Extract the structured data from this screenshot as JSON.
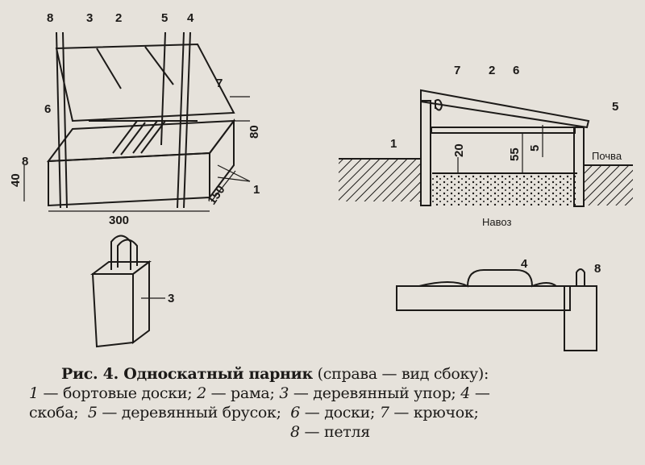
{
  "figure": {
    "perspective_labels": {
      "l8a": "8",
      "l3": "3",
      "l2": "2",
      "l5": "5",
      "l4": "4",
      "l7": "7",
      "l6": "6",
      "l8b": "8",
      "l1": "1",
      "d80": "80",
      "d40": "40",
      "d300": "300",
      "d150": "150"
    },
    "stake_label": "3",
    "side_view": {
      "l7": "7",
      "l2": "2",
      "l6": "6",
      "l5": "5",
      "l1": "1",
      "d20": "20",
      "d55": "55",
      "d5": "5",
      "soil": "Почва",
      "manure": "Навоз"
    },
    "detail_labels": {
      "l4": "4",
      "l8": "8"
    }
  },
  "caption": {
    "title": "Рис. 4. Односкатный парник",
    "subtitle": "(справа — вид сбоку):",
    "items": [
      {
        "n": "1",
        "text": "— бортовые доски;"
      },
      {
        "n": "2",
        "text": "— рама;"
      },
      {
        "n": "3",
        "text": "— деревянный упор;"
      },
      {
        "n": "4",
        "text": "—"
      },
      {
        "n": "",
        "text": "скоба;"
      },
      {
        "n": "5",
        "text": "— деревянный брусок;"
      },
      {
        "n": "6",
        "text": "— доски;"
      },
      {
        "n": "7",
        "text": "— крючок;"
      },
      {
        "n": "8",
        "text": "— петля"
      }
    ]
  }
}
